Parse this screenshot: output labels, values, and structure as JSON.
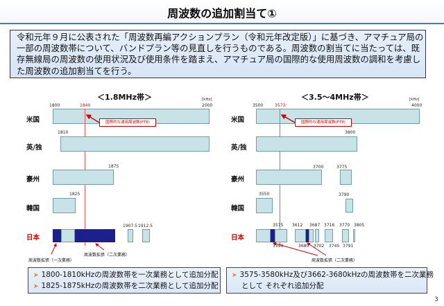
{
  "title": "周波数の追加割当て①",
  "intro": "令和元年９月に公表された「周波数再編アクションプラン（令和元年改定版）」に基づき、アマチュア局の一部の周波数帯について、バンドプラン等の見直しを行うものである。周波数の割当てに当たっては、既存無線局の周波数の使用状況及び使用条件を踏まえ、アマチュア局の国際的な使用周波数の調和を考慮した周波数の追加割当てを行う。",
  "unit": "[kHz]",
  "countries": [
    "米国",
    "英/独",
    "豪州",
    "韓国",
    "日本"
  ],
  "left": {
    "heading": "＜1.8MHz帯＞",
    "labels": {
      "start": "1800",
      "ft8": "1840",
      "end": "2000",
      "uk": "1810",
      "au": "1875",
      "kr": "1825",
      "jp1": "1907.5",
      "jp2": "1912.5"
    },
    "callout": "国際的な運用周波数(FT8)",
    "exp_primary": "周波数拡張（一次業務）",
    "exp_secondary": "周波数拡張（二次業務）"
  },
  "right": {
    "heading": "＜3.5～4MHz帯＞",
    "labels": {
      "start": "3500",
      "ft8": "3573",
      "end": "4000",
      "uk": "3800",
      "au1": "3700",
      "au2": "3775",
      "kr1": "3550",
      "kr2": "3790",
      "jp_top": [
        "3575",
        "3612",
        "3687",
        "3716",
        "3770",
        "3805"
      ],
      "jp_bottom": [
        "3599",
        "3680",
        "3702",
        "3745",
        "3791"
      ]
    },
    "callout": "国際的な運用周波数(FT8)",
    "exp_secondary": "周波数拡張（二次業務）"
  },
  "bottom_left": {
    "lines": [
      "1800-1810kHzの周波数帯を一次業務として追加分配",
      "1825-1875kHzの周波数帯を二次業務として追加分配"
    ]
  },
  "bottom_right": {
    "lines": [
      "3575-3580kHz及び3662-3680kHzの周波数帯を二次業務",
      "として それぞれ追加分配"
    ]
  },
  "page_number": "3",
  "colors": {
    "bar": "#c8e3e7",
    "expansion": "#1c1f8c",
    "accent": "#d40000",
    "title_rule": "#4a79b8"
  }
}
